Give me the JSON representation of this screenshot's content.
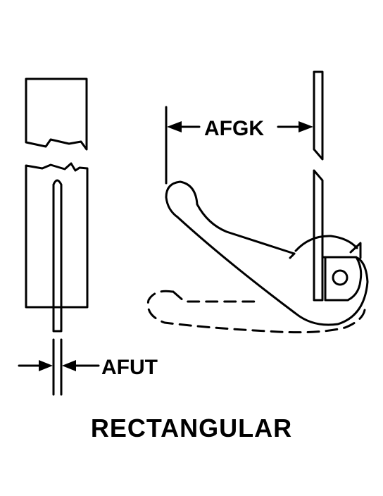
{
  "labels": {
    "width_dimension": "AFGK",
    "thickness_dimension": "AFUT",
    "shape_title": "RECTANGULAR"
  },
  "colors": {
    "line": "#000000",
    "background": "#ffffff"
  }
}
